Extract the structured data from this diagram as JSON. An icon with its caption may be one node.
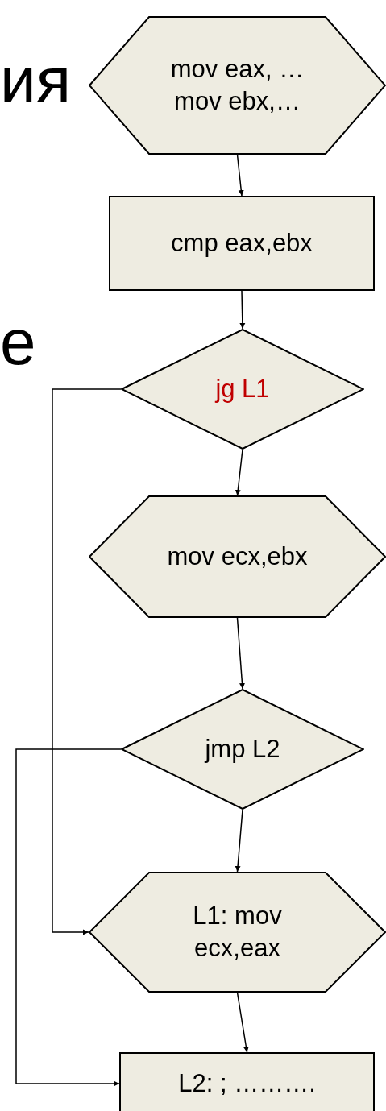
{
  "diagram": {
    "nodes": [
      {
        "text": [
          "mov eax, … mov ebx,…"
        ]
      },
      {
        "text": [
          "cmp eax,ebx"
        ]
      },
      {
        "text": [
          "jg L1"
        ]
      },
      {
        "text": [
          "mov ecx,ebx"
        ]
      },
      {
        "text": [
          "jmp L2"
        ]
      },
      {
        "text": [
          "L1: mov ecx,eax"
        ]
      },
      {
        "text": [
          "L2: ; ………."
        ]
      }
    ],
    "edges": [
      {
        "from": 0,
        "to": 1,
        "arrow": "to"
      },
      {
        "from": 1,
        "to": 2,
        "arrow": "to"
      },
      {
        "from": 2,
        "to": 3,
        "arrow": "to"
      },
      {
        "from": 2,
        "to": 5,
        "arrow": "to"
      },
      {
        "from": 3,
        "to": 4,
        "arrow": "to"
      },
      {
        "from": 4,
        "to": 5,
        "arrow": "to"
      },
      {
        "from": 4,
        "to": 6,
        "arrow": "to"
      },
      {
        "from": 5,
        "to": 6,
        "arrow": "to"
      }
    ],
    "labels": [
      "ия",
      "е"
    ]
  }
}
